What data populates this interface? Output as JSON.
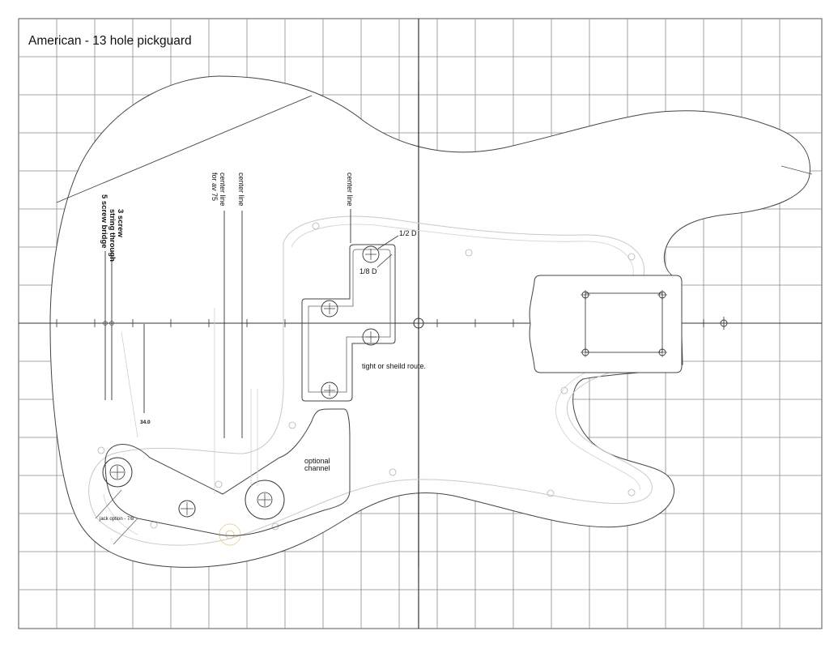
{
  "title": "American - 13 hole pickguard",
  "labels": {
    "center_line_left": "center line",
    "center_line_right": "center line",
    "center_line_av75_1": "center line",
    "center_line_av75_2": "for av 75",
    "bridge_1": "3 screw",
    "bridge_2": "string through",
    "bridge_3": "5 screw bridge",
    "dim_half": "1/2 D",
    "dim_eighth": "1/8 D",
    "route_note": "tight or sheild route.",
    "optional_1": "optional",
    "optional_2": "channel",
    "measure": "34.0",
    "jack": "jack option - 7/8"
  }
}
